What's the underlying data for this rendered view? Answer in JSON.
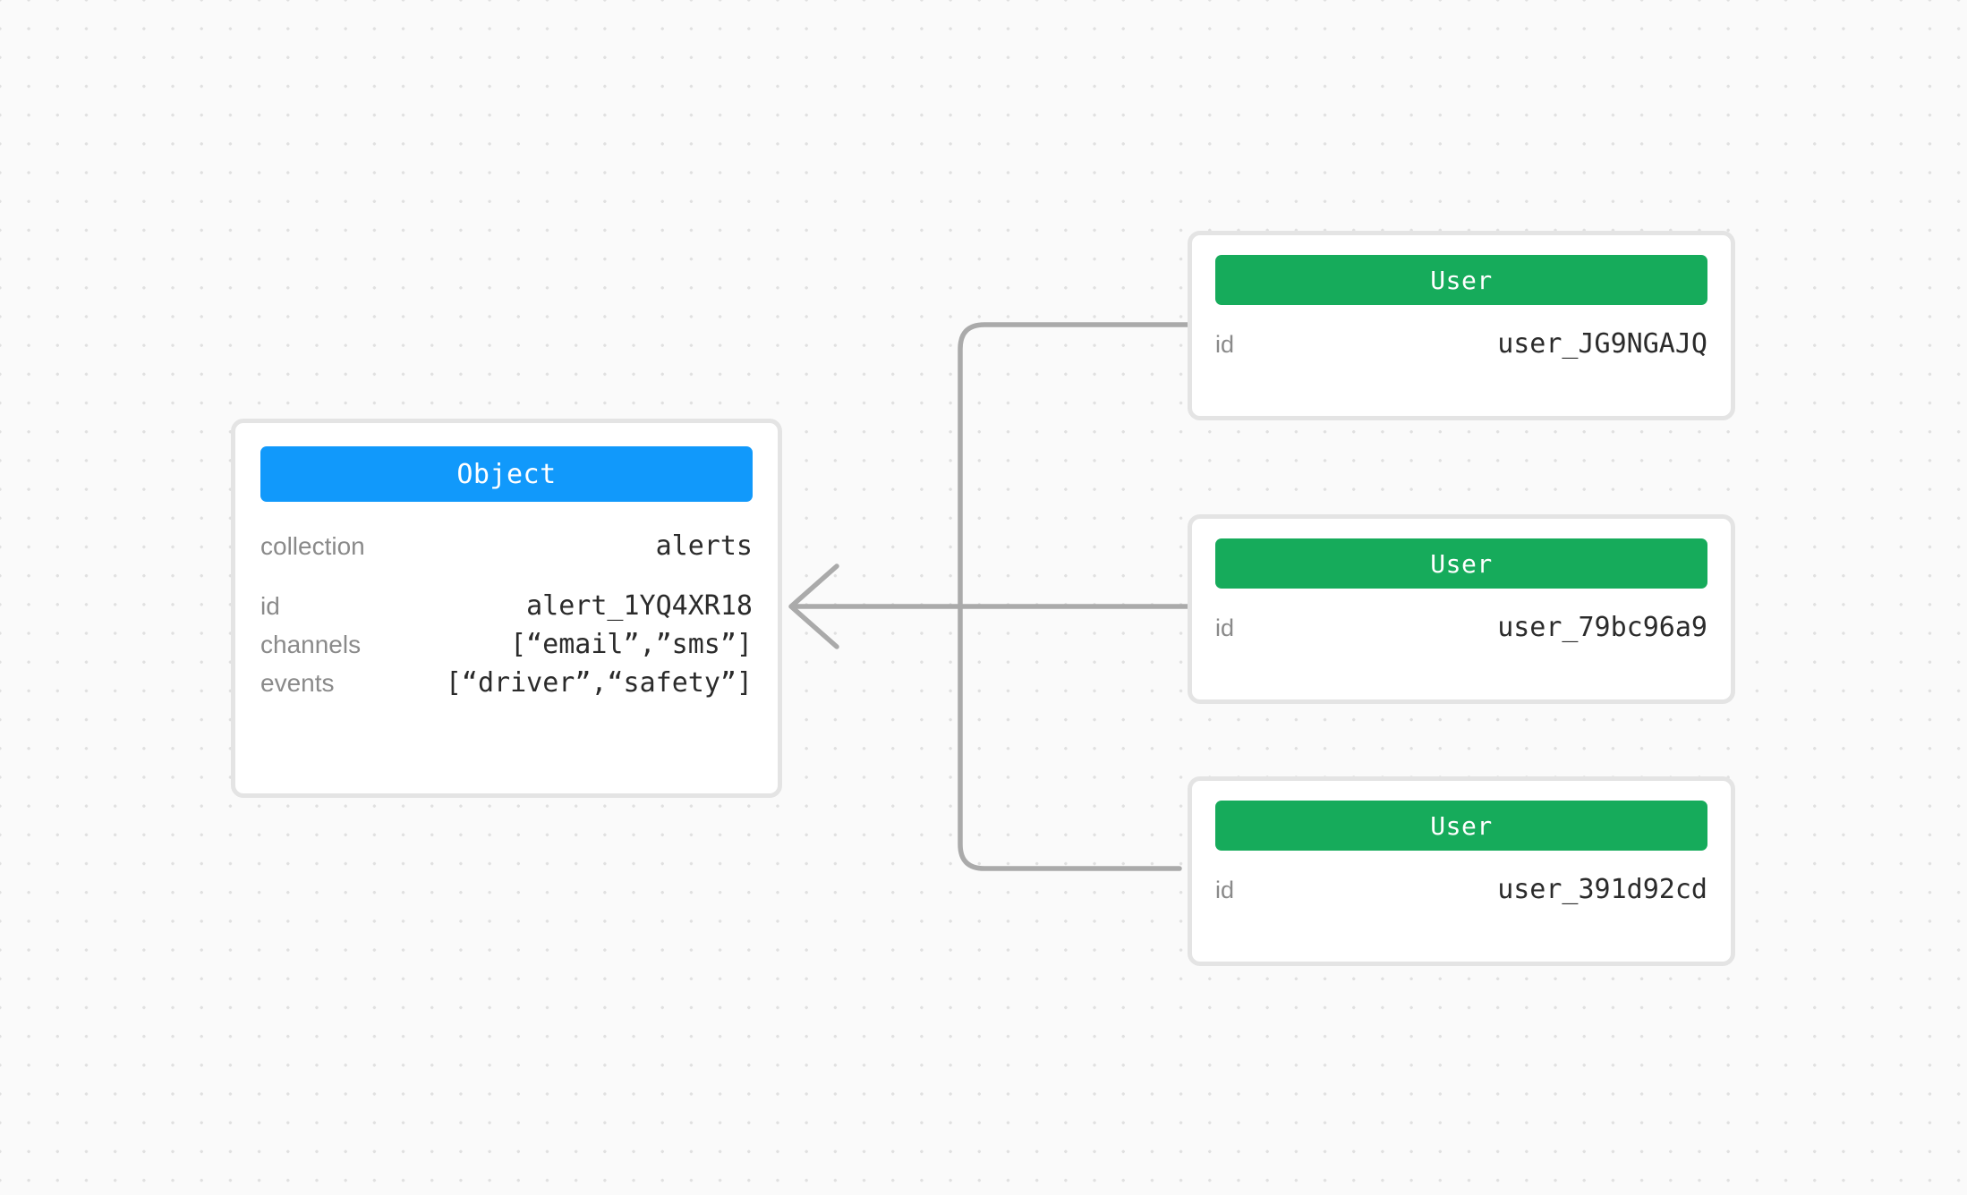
{
  "canvas": {
    "background_color": "#fafafa",
    "dot_color": "#e0e0e0",
    "connector_color": "#aaaaaa",
    "card_border_color": "#e4e4e4"
  },
  "object_node": {
    "header_label": "Object",
    "header_color": "#1199fb",
    "rows": [
      {
        "key": "collection",
        "value": "alerts"
      },
      {
        "key": "id",
        "value": "alert_1YQ4XR18"
      },
      {
        "key": "channels",
        "value": "[“email”,”sms”]"
      },
      {
        "key": "events",
        "value": "[“driver”,“safety”]"
      }
    ]
  },
  "user_nodes": [
    {
      "header_label": "User",
      "header_color": "#16ab5b",
      "rows": [
        {
          "key": "id",
          "value": "user_JG9NGAJQ"
        }
      ]
    },
    {
      "header_label": "User",
      "header_color": "#16ab5b",
      "rows": [
        {
          "key": "id",
          "value": "user_79bc96a9"
        }
      ]
    },
    {
      "header_label": "User",
      "header_color": "#16ab5b",
      "rows": [
        {
          "key": "id",
          "value": "user_391d92cd"
        }
      ]
    }
  ],
  "edges": [
    {
      "from": "user-node-0",
      "to": "object-node",
      "arrow": "left"
    },
    {
      "from": "user-node-1",
      "to": "object-node",
      "arrow": "left"
    },
    {
      "from": "user-node-2",
      "to": "object-node",
      "arrow": "left"
    }
  ]
}
